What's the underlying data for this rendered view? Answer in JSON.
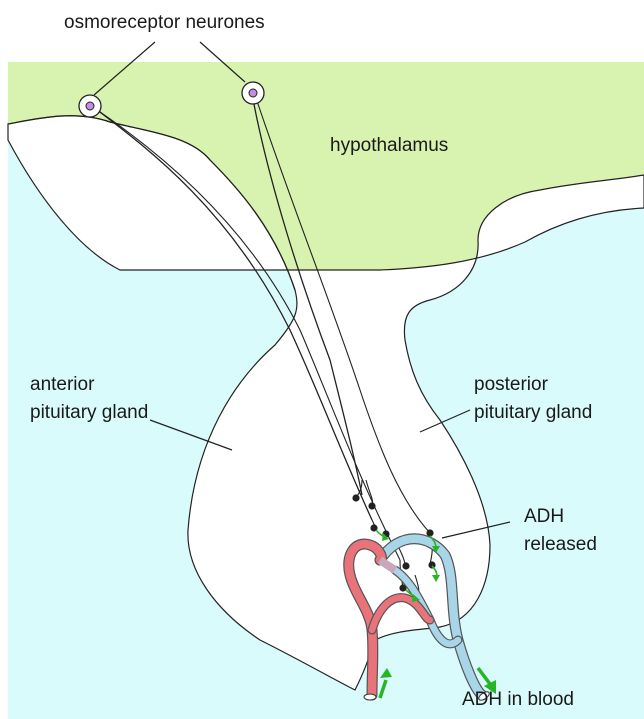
{
  "labels": {
    "osmoreceptor": "osmoreceptor neurones",
    "hypothalamus": "hypothalamus",
    "anterior_line1": "anterior",
    "anterior_line2": "pituitary gland",
    "posterior_line1": "posterior",
    "posterior_line2": "pituitary gland",
    "adh_released_line1": "ADH",
    "adh_released_line2": "released",
    "adh_in_blood": "ADH in blood"
  },
  "colors": {
    "background_region": "#d9fbfb",
    "hypothalamus": "#d8f2b0",
    "gland": "#ffffff",
    "artery": "#e8737a",
    "vein": "#a9d5e8",
    "arrow": "#25b525",
    "neuron_nucleus": "#c48ee0"
  }
}
